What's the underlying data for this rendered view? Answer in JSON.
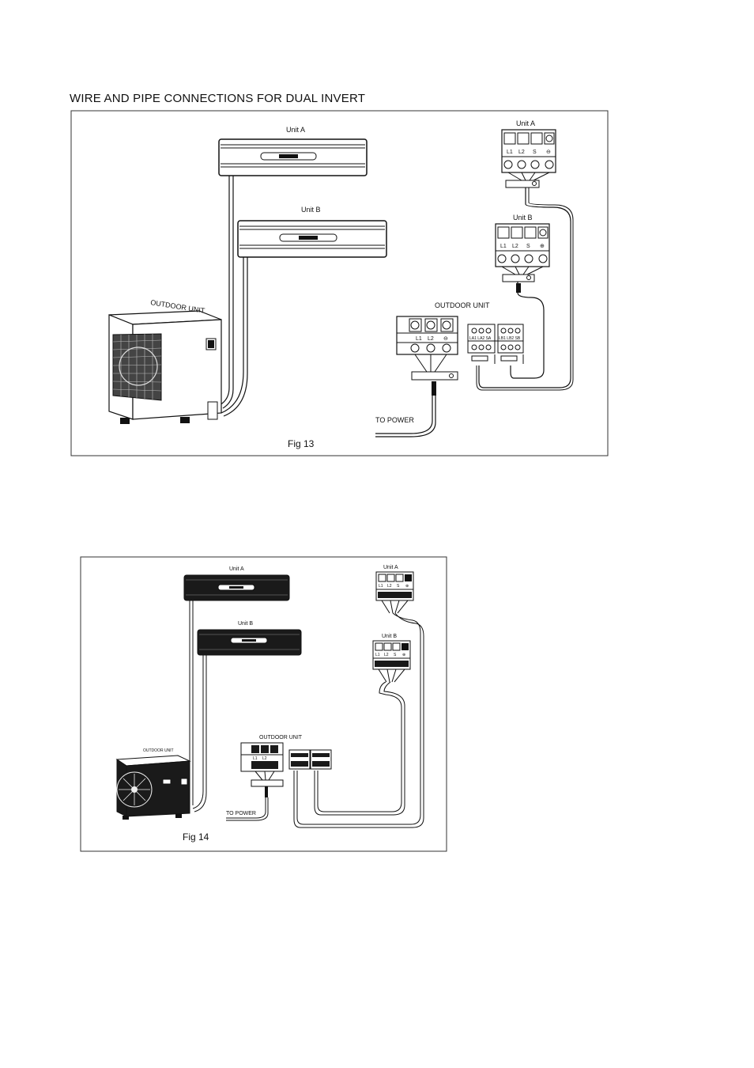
{
  "heading": "WIRE AND PIPE CONNECTIONS FOR DUAL INVERT",
  "fig13": {
    "caption": "Fig 13",
    "indoor_a_label": "Unit A",
    "indoor_b_label": "Unit B",
    "outdoor_label": "OUTDOOR UNIT",
    "terminal_a_label": "Unit A",
    "terminal_b_label": "Unit B",
    "terminal_outdoor_label": "OUTDOOR UNIT",
    "power_label": "TO POWER",
    "terminals": [
      "L1",
      "L2",
      "S"
    ],
    "outdoor_power_terminals": [
      "L1",
      "L2"
    ],
    "outdoor_a_terminals": "LA1 LA2 SA",
    "outdoor_b_terminals": "LB1 LB2 SB"
  },
  "fig14": {
    "caption": "Fig 14",
    "indoor_a_label": "Unit A",
    "indoor_b_label": "Unit B",
    "outdoor_label": "OUTDOOR UNIT",
    "terminal_a_label": "Unit A",
    "terminal_b_label": "Unit B",
    "terminal_outdoor_label": "OUTDOOR UNIT",
    "power_label": "TO POWER",
    "terminals": [
      "L1",
      "L2",
      "S"
    ],
    "outdoor_power_terminals": [
      "L1",
      "L2"
    ]
  }
}
